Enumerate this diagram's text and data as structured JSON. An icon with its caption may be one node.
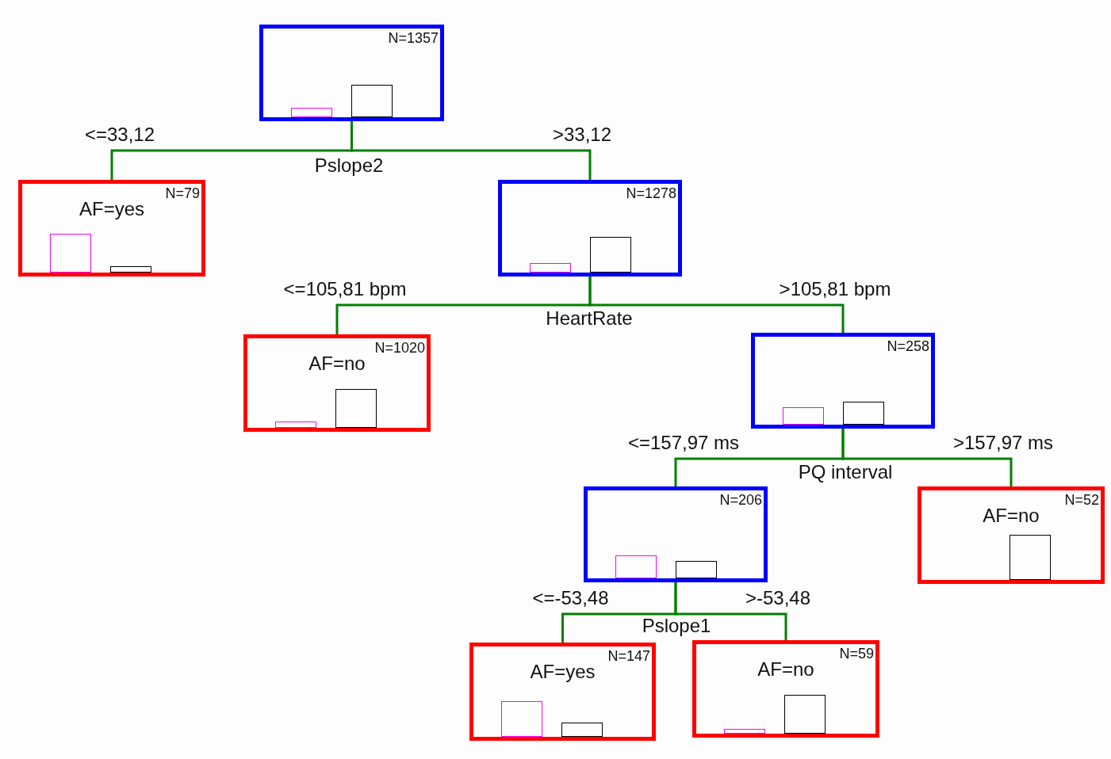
{
  "diagram": {
    "nodes": [
      {
        "text": [
          "N=1357"
        ]
      },
      {
        "text": [
          "AF=yes",
          "N=79"
        ]
      },
      {
        "text": [
          "N=1278"
        ]
      },
      {
        "text": [
          "AF=no",
          "N=1020"
        ]
      },
      {
        "text": [
          "N=258"
        ]
      },
      {
        "text": [
          "N=206"
        ]
      },
      {
        "text": [
          "AF=no",
          "N=52"
        ]
      },
      {
        "text": [
          "AF=yes",
          "N=147"
        ]
      },
      {
        "text": [
          "AF=no",
          "N=59"
        ]
      }
    ],
    "edges": [
      {
        "from": 0,
        "to": 1,
        "arrow": "none",
        "label": "<=33,12"
      },
      {
        "from": 0,
        "to": 2,
        "arrow": "none",
        "label": ">33,12"
      },
      {
        "from": 2,
        "to": 3,
        "arrow": "none",
        "label": "<=105,81 bpm"
      },
      {
        "from": 2,
        "to": 4,
        "arrow": "none",
        "label": ">105,81 bpm"
      },
      {
        "from": 4,
        "to": 5,
        "arrow": "none",
        "label": "<=157,97 ms"
      },
      {
        "from": 4,
        "to": 6,
        "arrow": "none",
        "label": ">157,97 ms"
      },
      {
        "from": 5,
        "to": 7,
        "arrow": "none",
        "label": "<=-53,48"
      },
      {
        "from": 5,
        "to": 8,
        "arrow": "none",
        "label": ">-53,48"
      }
    ],
    "labels": [
      "Pslope2",
      "HeartRate",
      "PQ interval",
      "Pslope1"
    ]
  }
}
